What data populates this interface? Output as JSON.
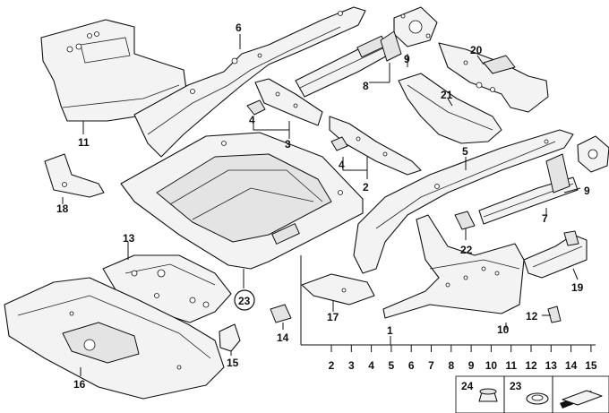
{
  "callouts": {
    "c6": "6",
    "c9a": "9",
    "c8": "8",
    "c20": "20",
    "c21": "21",
    "c11": "11",
    "c4a": "4",
    "c3": "3",
    "c4b": "4",
    "c2": "2",
    "c5": "5",
    "c9b": "9",
    "c7": "7",
    "c18": "18",
    "c13": "13",
    "c22": "22",
    "c19": "19",
    "c23": "23",
    "c17": "17",
    "c14": "14",
    "c12": "12",
    "c10": "10",
    "c1": "1",
    "c15": "15",
    "c16": "16"
  },
  "summary_row": [
    "2",
    "3",
    "4",
    "5",
    "6",
    "7",
    "8",
    "9",
    "10",
    "11",
    "12",
    "13",
    "14",
    "15"
  ],
  "legend": {
    "item_a": "24",
    "item_b": "23"
  }
}
